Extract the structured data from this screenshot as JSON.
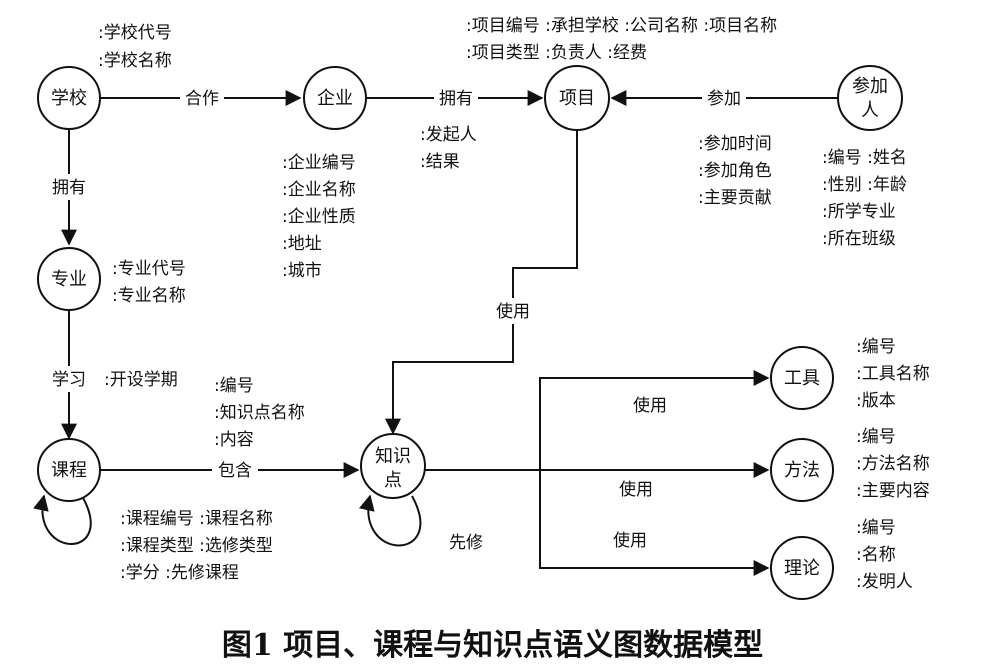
{
  "entities": {
    "school": "学校",
    "enterprise": "企业",
    "project": "项目",
    "participant": [
      "参加",
      "人"
    ],
    "major": "专业",
    "course": "课程",
    "knowledge": [
      "知识",
      "点"
    ],
    "tool": "工具",
    "method": "方法",
    "theory": "理论"
  },
  "relations": {
    "cooperate": "合作",
    "own_school_major": "拥有",
    "own_enterprise_project": "拥有",
    "participate": "参加",
    "learn": "学习",
    "contain": "包含",
    "project_uses": "使用",
    "uses_tool": "使用",
    "uses_method": "使用",
    "uses_theory": "使用",
    "prereq_knowledge": "先修"
  },
  "attributes": {
    "school": [
      ":学校代号",
      ":学校名称"
    ],
    "project": [
      ":项目编号 :承担学校 :公司名称 :项目名称",
      ":项目类型 :负责人 :经费"
    ],
    "enterprise_project_rel": [
      ":发起人",
      ":结果"
    ],
    "enterprise": [
      ":企业编号",
      ":企业名称",
      ":企业性质",
      ":地址",
      ":城市"
    ],
    "participate_rel": [
      ":参加时间",
      ":参加角色",
      ":主要贡献"
    ],
    "participant": [
      ":编号 :姓名",
      ":性别 :年龄",
      ":所学专业",
      ":所在班级"
    ],
    "major": [
      ":专业代号",
      ":专业名称"
    ],
    "learn_rel": [
      ":开设学期"
    ],
    "knowledge": [
      ":编号",
      ":知识点名称",
      ":内容"
    ],
    "course": [
      ":课程编号 :课程名称",
      ":课程类型 :选修类型",
      ":学分 :先修课程"
    ],
    "tool": [
      ":编号",
      ":工具名称",
      ":版本"
    ],
    "method": [
      ":编号",
      ":方法名称",
      ":主要内容"
    ],
    "theory": [
      ":编号",
      ":名称",
      ":发明人"
    ]
  },
  "caption": "图1 项目、课程与知识点语义图数据模型"
}
